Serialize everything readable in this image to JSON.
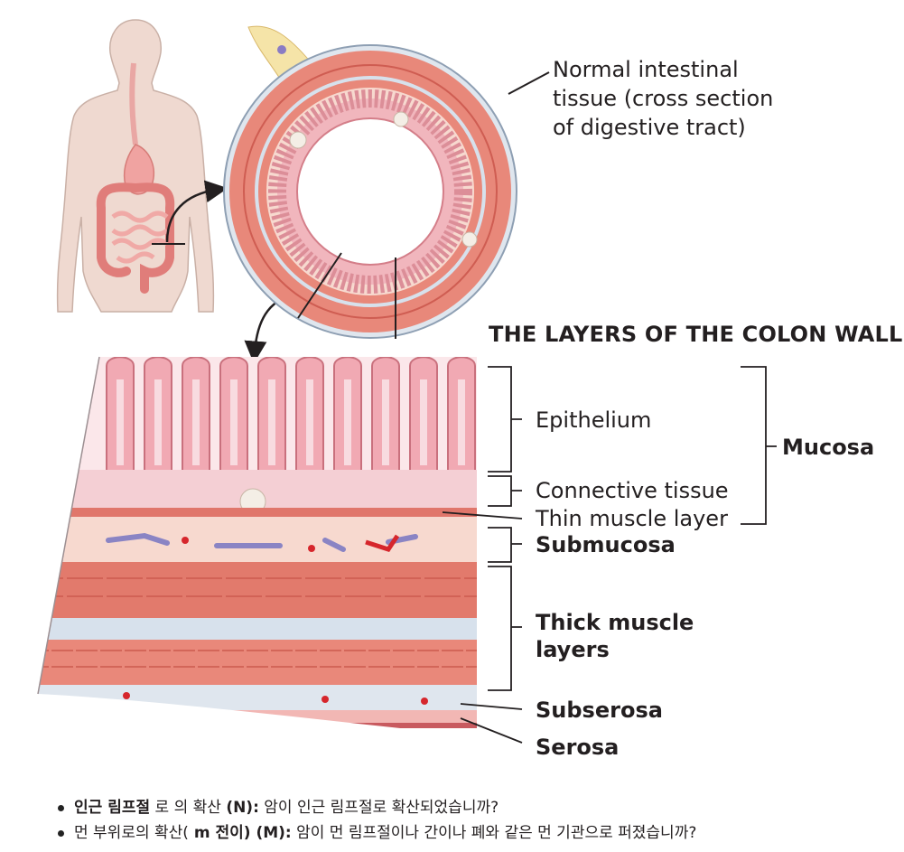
{
  "diagram": {
    "labels": {
      "normal_tissue": [
        "Normal intestinal",
        "tissue (cross section",
        "of digestive tract)"
      ],
      "section_title": "THE LAYERS OF THE COLON WALL",
      "epithelium": "Epithelium",
      "connective_tissue": "Connective tissue",
      "thin_muscle": "Thin muscle layer",
      "mucosa": "Mucosa",
      "submucosa": "Submucosa",
      "thick_muscle": [
        "Thick muscle",
        "layers"
      ],
      "subserosa": "Subserosa",
      "serosa": "Serosa"
    },
    "colors": {
      "skin": "#efd9d0",
      "muscle": "#e27a6c",
      "mucosa": "#f1b6bd",
      "submucosa": "#f7d9cf",
      "membrane": "#d7e1ec",
      "line": "#231f20"
    }
  },
  "notes": [
    {
      "bold1": "인근 림프절",
      "text1": " 로 의 확산 ",
      "bold2": "(N):",
      "text2": " 암이 인근 림프절로 확산되었습니까?"
    },
    {
      "bold1": "",
      "text1": "먼 부위로의 확산(",
      "bold2": " m 전이) (M):",
      "text2": " 암이 먼 림프절이나 간이나 폐와 같은 먼 기관으로 퍼졌습니까?"
    }
  ]
}
